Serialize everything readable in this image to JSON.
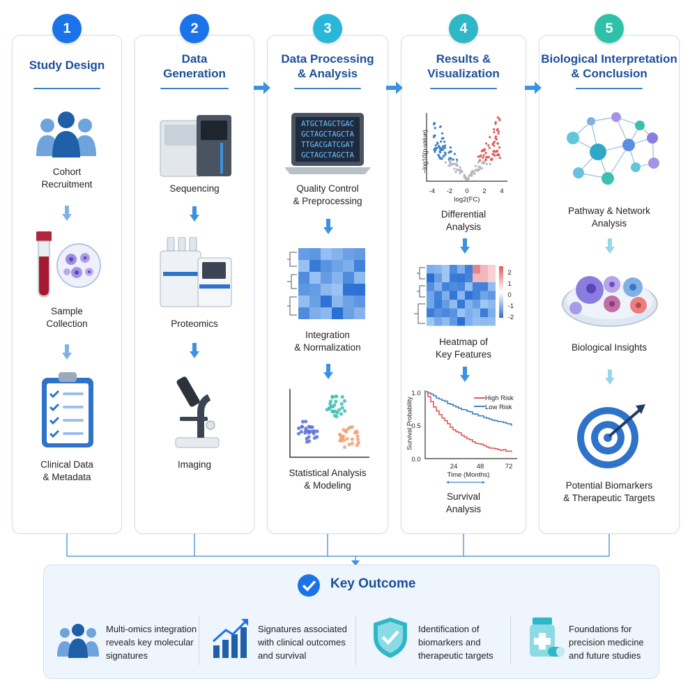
{
  "stages": [
    {
      "number": "1",
      "title": "Study Design",
      "color": "#1a73e8",
      "steps": [
        "Cohort\nRecruitment",
        "Sample\nCollection",
        "Clinical Data\n& Metadata"
      ]
    },
    {
      "number": "2",
      "title": "Data\nGeneration",
      "color": "#1a73e8",
      "steps": [
        "Sequencing",
        "Proteomics",
        "Imaging"
      ]
    },
    {
      "number": "3",
      "title": "Data Processing\n& Analysis",
      "color": "#29b6d8",
      "steps": [
        "Quality Control\n& Preprocessing",
        "Integration\n& Normalization",
        "Statistical Analysis\n& Modeling"
      ]
    },
    {
      "number": "4",
      "title": "Results &\nVisualization",
      "color": "#2fb7c7",
      "steps": [
        "Differential\nAnalysis",
        "Heatmap of\nKey Features",
        "Survival\nAnalysis"
      ]
    },
    {
      "number": "5",
      "title": "Biological Interpretation\n& Conclusion",
      "color": "#2fc1a8",
      "steps": [
        "Pathway & Network\nAnalysis",
        "Biological Insights",
        "Potential Biomarkers\n& Therapeutic Targets"
      ]
    }
  ],
  "dna_lines": [
    "ATGCTAGCTGAC",
    "GCTAGCTAGCTA",
    "TTGACGATCGAT",
    "GCTAGCTAGCTA"
  ],
  "volcano": {
    "ylabel": "−log10(p-value)",
    "xlabel": "log2(FC)",
    "xticks": [
      "-4",
      "-2",
      "0",
      "2",
      "4"
    ]
  },
  "heatmap_scale": [
    "2",
    "1",
    "0",
    "-1",
    "-2"
  ],
  "survival": {
    "ylabel": "Survival Probability",
    "xlabel": "Time (Months)",
    "yticks": [
      "1.0",
      "0.5",
      "0.0"
    ],
    "xticks": [
      "24",
      "48",
      "72"
    ],
    "legend": [
      {
        "name": "High Risk",
        "color": "#e05a5a"
      },
      {
        "name": "Low Risk",
        "color": "#3b82c4"
      }
    ]
  },
  "outcome": {
    "title": "Key Outcome",
    "items": [
      {
        "icon": "people-icon",
        "text": "Multi-omics integration\nreveals key molecular\nsignatures"
      },
      {
        "icon": "bar-growth-icon",
        "text": "Signatures associated\nwith clinical outcomes\nand survival"
      },
      {
        "icon": "shield-check-icon",
        "text": "Identification of\nbiomarkers and\ntherapeutic targets"
      },
      {
        "icon": "medicine-bottle-icon",
        "text": "Foundations for\nprecision medicine\nand future studies"
      }
    ]
  },
  "colors": {
    "accent": "#1a73e8",
    "title": "#1b4e9b",
    "red": "#e05a5a",
    "blue": "#3b82c4",
    "teal": "#2fc1a8"
  }
}
